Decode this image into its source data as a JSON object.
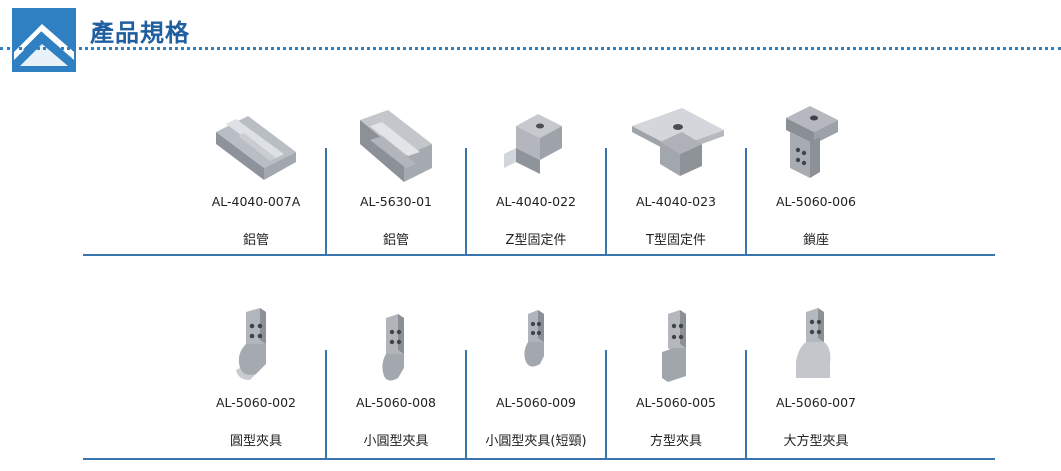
{
  "header": {
    "title": "產品規格"
  },
  "rows": [
    {
      "items": [
        {
          "code": "AL-4040-007A",
          "name": "鋁管",
          "image": "aluminium-rail-image"
        },
        {
          "code": "AL-5630-01",
          "name": "鋁管",
          "image": "aluminium-rail-image"
        },
        {
          "code": "AL-4040-022",
          "name": "Z型固定件",
          "image": "z-bracket-image"
        },
        {
          "code": "AL-4040-023",
          "name": "T型固定件",
          "image": "t-bracket-image"
        },
        {
          "code": "AL-5060-006",
          "name": "鎖座",
          "image": "lock-seat-image"
        }
      ]
    },
    {
      "items": [
        {
          "code": "AL-5060-002",
          "name": "圓型夾具",
          "image": "round-clamp-image"
        },
        {
          "code": "AL-5060-008",
          "name": "小圓型夾具",
          "image": "small-round-clamp-image"
        },
        {
          "code": "AL-5060-009",
          "name": "小圓型夾具(短頸)",
          "image": "small-round-clamp-short-image"
        },
        {
          "code": "AL-5060-005",
          "name": "方型夾具",
          "image": "square-clamp-image"
        },
        {
          "code": "AL-5060-007",
          "name": "大方型夾具",
          "image": "large-square-clamp-image"
        }
      ]
    }
  ],
  "colors": {
    "accent": "#2f7fc3",
    "line": "#3a76ad",
    "title": "#1f5fa0"
  }
}
